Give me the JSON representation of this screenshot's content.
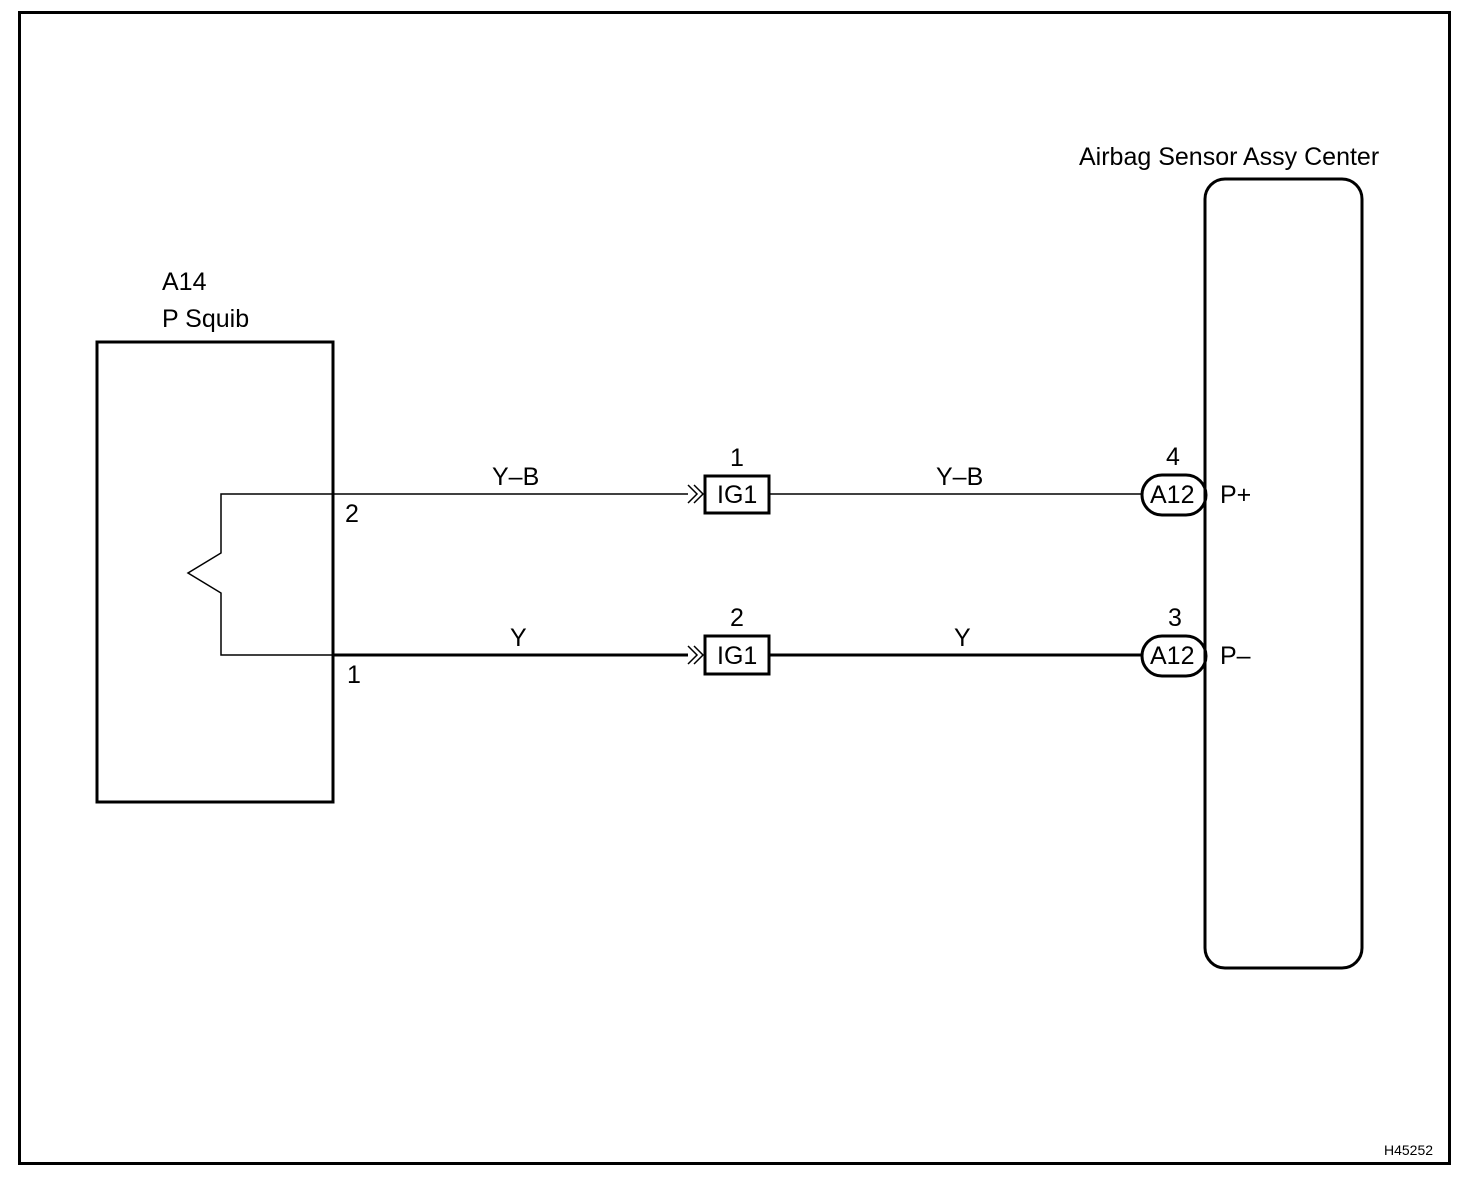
{
  "squib": {
    "code": "A14",
    "name": "P Squib",
    "pin_top": "2",
    "pin_bottom": "1"
  },
  "sensor": {
    "name": "Airbag Sensor Assy Center"
  },
  "wires": [
    {
      "color_left": "Y–B",
      "junction_pin": "1",
      "junction": "IG1",
      "color_right": "Y–B",
      "connector_pin": "4",
      "connector": "A12",
      "terminal": "P+"
    },
    {
      "color_left": "Y",
      "junction_pin": "2",
      "junction": "IG1",
      "color_right": "Y",
      "connector_pin": "3",
      "connector": "A12",
      "terminal": "P–"
    }
  ],
  "figure_code": "H45252"
}
